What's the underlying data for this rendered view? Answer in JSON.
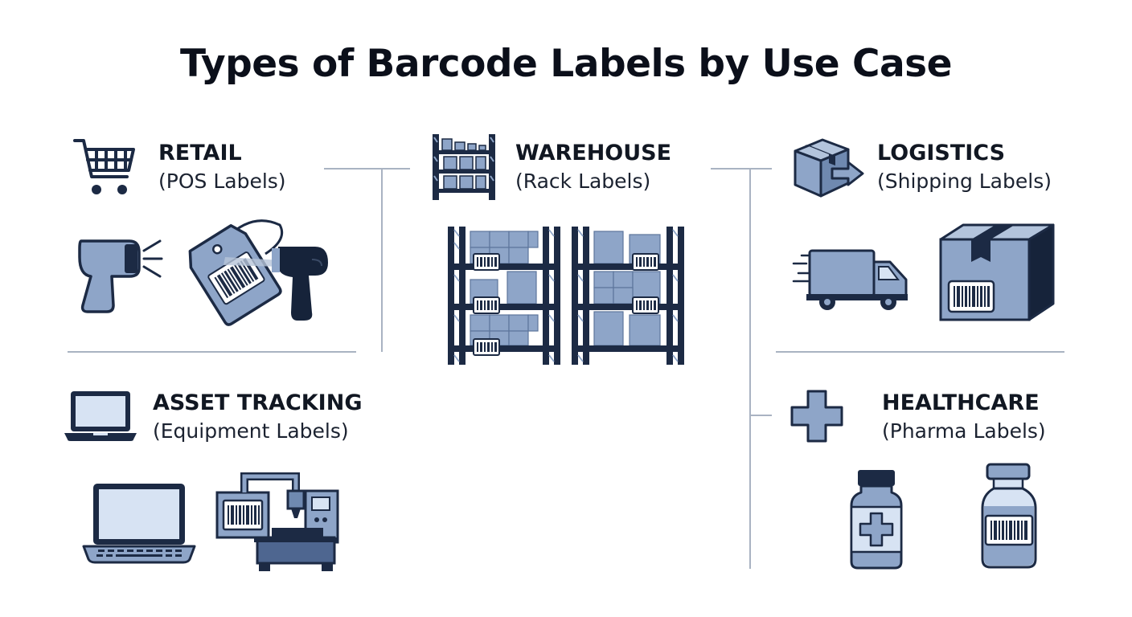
{
  "title": "Types of Barcode Labels by Use Case",
  "colors": {
    "navy": "#1c2a44",
    "blue_light": "#8ea5c8",
    "blue_mid": "#6f89b0",
    "blue_pale": "#d7e3f3",
    "divider": "#a9b3c2"
  },
  "sections": {
    "retail": {
      "name": "RETAIL",
      "sub": "(POS Labels)",
      "icon": "shopping-cart-icon",
      "illustrations": [
        "barcode-scanner-icon",
        "price-tag-icon",
        "handheld-scanner-icon"
      ]
    },
    "warehouse": {
      "name": "WAREHOUSE",
      "sub": "(Rack Labels)",
      "icon": "shelving-rack-icon",
      "illustrations": [
        "pallet-rack-icon",
        "pallet-rack-icon"
      ]
    },
    "logistics": {
      "name": "LOGISTICS",
      "sub": "(Shipping Labels)",
      "icon": "shipping-box-arrow-icon",
      "illustrations": [
        "delivery-truck-icon",
        "shipping-box-icon"
      ]
    },
    "asset": {
      "name": "ASSET TRACKING",
      "sub": "(Equipment Labels)",
      "icon": "laptop-icon",
      "illustrations": [
        "laptop-icon",
        "industrial-machine-icon"
      ]
    },
    "healthcare": {
      "name": "HEALTHCARE",
      "sub": "(Pharma Labels)",
      "icon": "medical-cross-icon",
      "illustrations": [
        "medicine-bottle-icon",
        "vial-icon"
      ]
    }
  }
}
